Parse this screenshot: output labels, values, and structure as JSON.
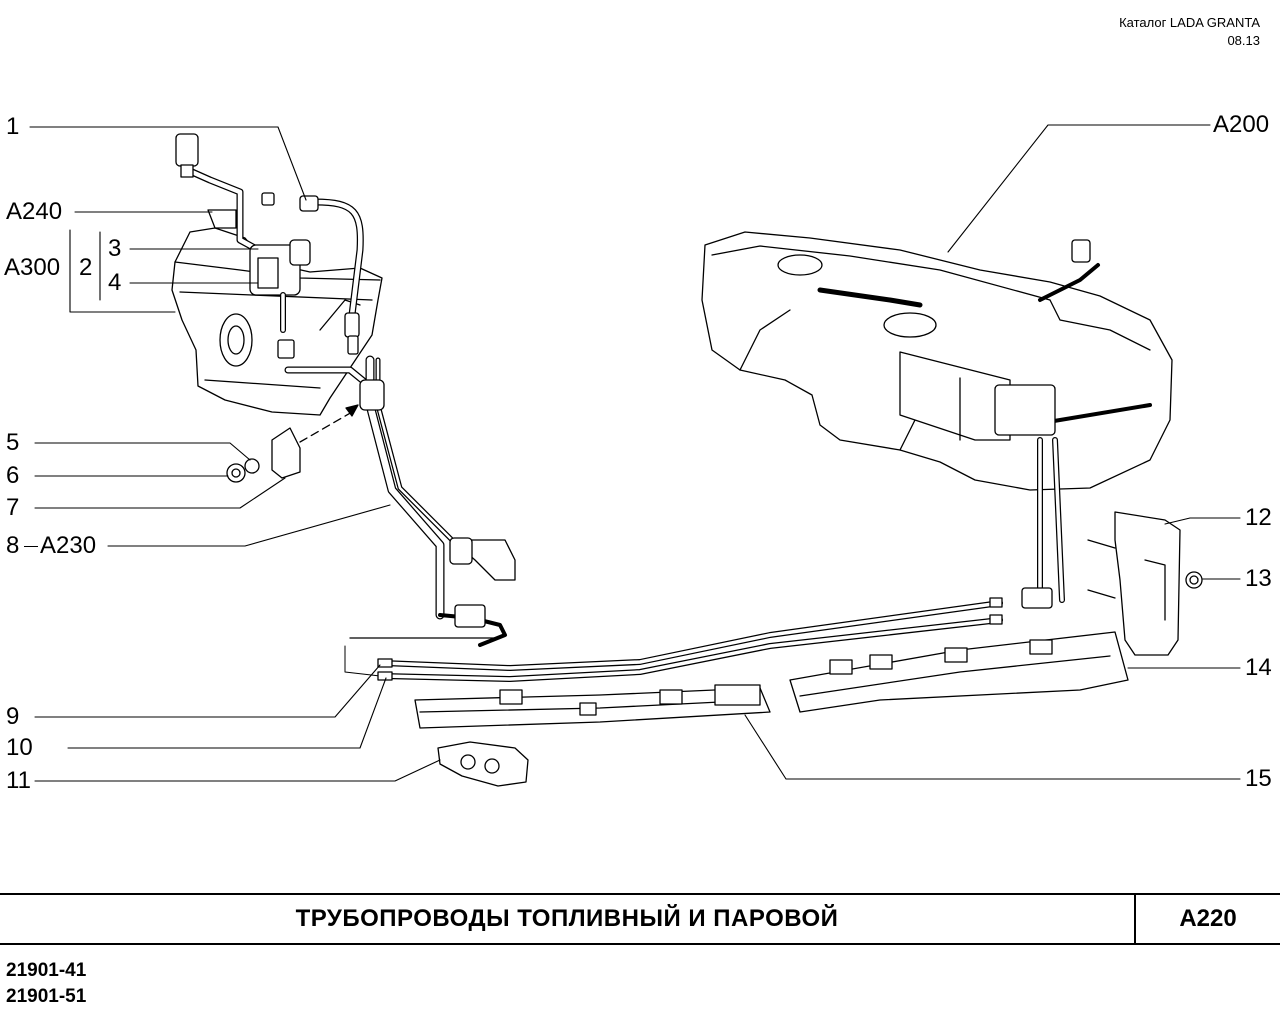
{
  "header": {
    "catalog": "Каталог  LADA GRANTA",
    "date": "08.13"
  },
  "callouts": {
    "c1": "1",
    "c_a240": "A240",
    "c3": "3",
    "c_a300": "A300",
    "c2": "2",
    "c4": "4",
    "c5": "5",
    "c6": "6",
    "c7": "7",
    "c8": "8",
    "c_a230": "A230",
    "c9": "9",
    "c10": "10",
    "c11": "11",
    "c_a200": "A200",
    "c12": "12",
    "c13": "13",
    "c14": "14",
    "c15": "15"
  },
  "title_block": {
    "title": "ТРУБОПРОВОДЫ  ТОПЛИВНЫЙ  И  ПАРОВОЙ",
    "code": "A220"
  },
  "models": [
    "21901-41",
    "21901-51"
  ]
}
